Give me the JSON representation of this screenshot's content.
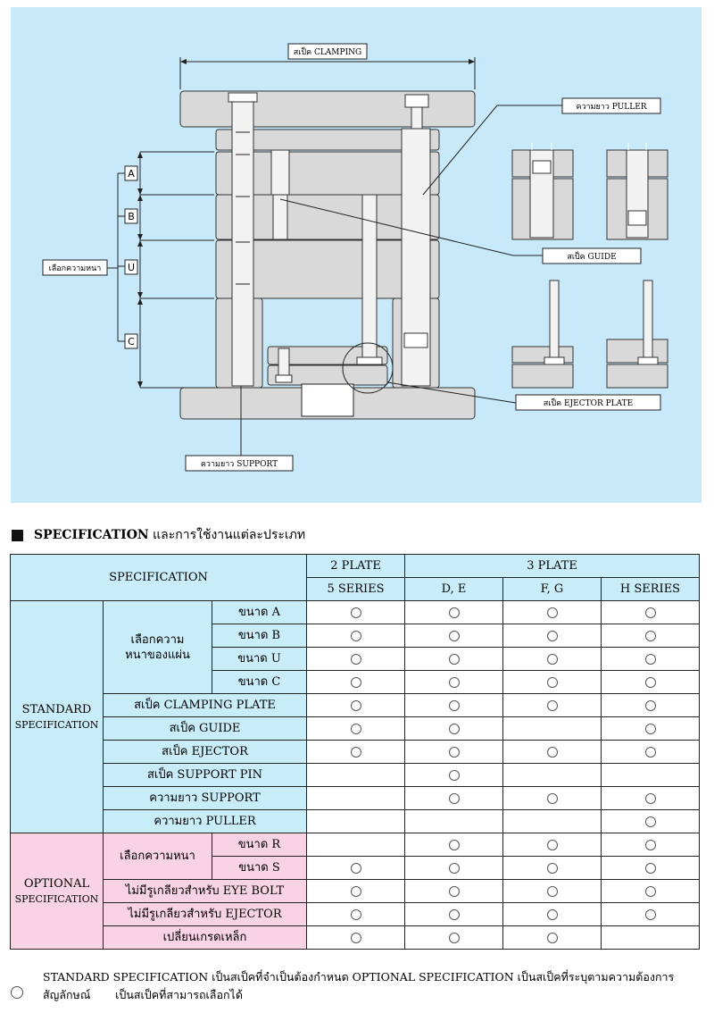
{
  "diagram": {
    "clamping_label": "สเป็ค CLAMPING",
    "puller_label": "ความยาว PULLER",
    "guide_label": "สเป็ค GUIDE",
    "ejector_plate_label": "สเป็ค EJECTOR PLATE",
    "support_label": "ความยาว SUPPORT",
    "thickness_label": "เลือกความหนา",
    "letters": [
      "A",
      "B",
      "U",
      "C"
    ],
    "colors": {
      "background": "#c8e9fa",
      "plate": "#d9d9d9"
    }
  },
  "section": {
    "title_bold": "SPECIFICATION",
    "title_rest": "และการใช้งานแต่ละประเภท"
  },
  "table": {
    "header": {
      "specification": "SPECIFICATION",
      "two_plate": "2 PLATE",
      "three_plate": "3 PLATE",
      "col_5": "5 SERIES",
      "col_de": "D, E",
      "col_fg": "F, G",
      "col_h": "H SERIES"
    },
    "standard_label_1": "STANDARD",
    "standard_label_2": "SPECIFICATION",
    "std_thickness_group_1": "เลือกความ",
    "std_thickness_group_2": "หนาของแผ่น",
    "optional_label_1": "OPTIONAL",
    "optional_label_2": "SPECIFICATION",
    "opt_thickness_group": "เลือกความหนา",
    "rows": [
      {
        "label": "ขนาด A",
        "marks": [
          true,
          true,
          true,
          true
        ]
      },
      {
        "label": "ขนาด B",
        "marks": [
          true,
          true,
          true,
          true
        ]
      },
      {
        "label": "ขนาด U",
        "marks": [
          true,
          true,
          true,
          true
        ]
      },
      {
        "label": "ขนาด C",
        "marks": [
          true,
          true,
          true,
          true
        ]
      },
      {
        "label": "สเป็ค CLAMPING PLATE",
        "marks": [
          true,
          true,
          true,
          true
        ]
      },
      {
        "label": "สเป็ค GUIDE",
        "marks": [
          true,
          true,
          false,
          true
        ]
      },
      {
        "label": "สเป็ค EJECTOR",
        "marks": [
          true,
          true,
          true,
          true
        ]
      },
      {
        "label": "สเป็ค SUPPORT PIN",
        "marks": [
          false,
          true,
          false,
          false
        ]
      },
      {
        "label": "ความยาว SUPPORT",
        "marks": [
          false,
          true,
          true,
          true
        ]
      },
      {
        "label": "ความยาว PULLER",
        "marks": [
          false,
          false,
          false,
          true
        ]
      },
      {
        "label": "ขนาด R",
        "marks": [
          false,
          true,
          true,
          true
        ]
      },
      {
        "label": "ขนาด S",
        "marks": [
          true,
          true,
          true,
          true
        ]
      },
      {
        "label": "ไม่มีรูเกลียวสำหรับ EYE BOLT",
        "marks": [
          true,
          true,
          true,
          true
        ]
      },
      {
        "label": "ไม่มีรูเกลียวสำหรับ EJECTOR",
        "marks": [
          true,
          true,
          true,
          true
        ]
      },
      {
        "label": "เปลี่ยนเกรดเหล็ก",
        "marks": [
          true,
          true,
          true,
          false
        ]
      }
    ]
  },
  "footnote": {
    "line1": "STANDARD SPECIFICATION เป็นสเป็คที่จำเป็นต้องกำหนด OPTIONAL SPECIFICATION เป็นสเป็คที่ระบุตามความต้องการ",
    "line2": "สัญลักษณ์       เป็นสเป็คที่สามารถเลือกได้"
  }
}
